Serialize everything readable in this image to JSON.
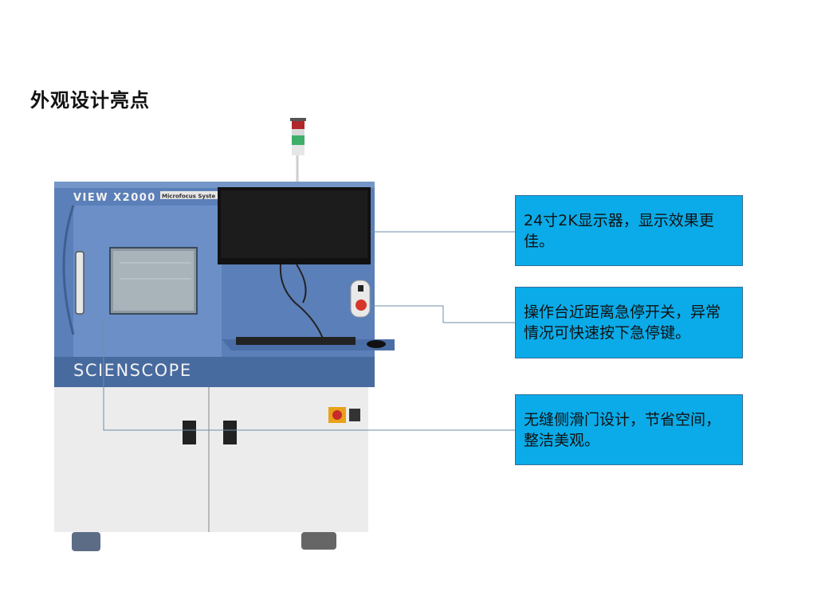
{
  "page": {
    "title": "外观设计亮点"
  },
  "machine": {
    "model_label": "VIEW X2000",
    "subtitle_label": "Microfocus Syste",
    "brand_label": "SCIENSCOPE"
  },
  "callouts": [
    {
      "text": "24寸2K显示器，显示效果更佳。"
    },
    {
      "text": "操作台近距离急停开关，异常情况可快速按下急停键。"
    },
    {
      "text": "无缝侧滑门设计，节省空间，整洁美观。"
    }
  ],
  "colors": {
    "callout_fill": "#0aabe8",
    "machine_blue": "#5b7fb8",
    "machine_base": "#ececec",
    "leader_line": "#6f8ea8"
  }
}
